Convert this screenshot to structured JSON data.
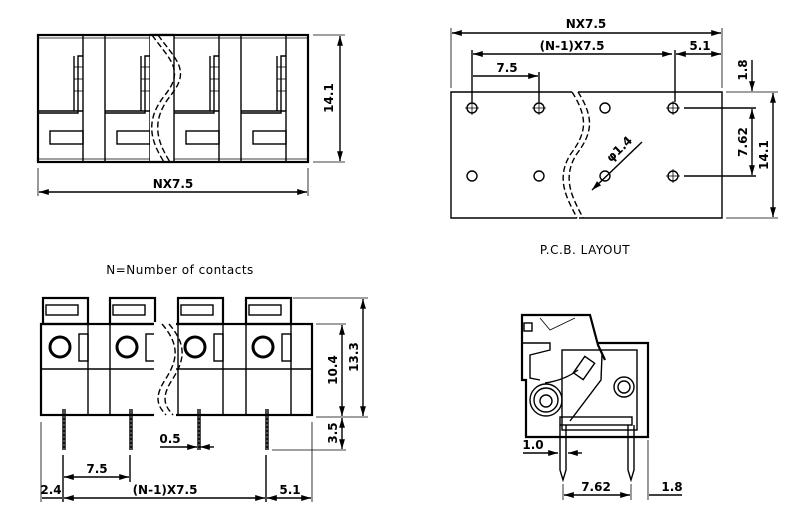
{
  "top_view": {
    "width_label": "NX7.5",
    "height_label": "14.1"
  },
  "pcb_layout": {
    "title": "P.C.B. LAYOUT",
    "total_label": "NX7.5",
    "pitch_span_label": "(N-1)X7.5",
    "edge_label": "5.1",
    "pitch_label": "7.5",
    "top_offset_label": "1.8",
    "row_spacing_label": "7.62",
    "height_label": "14.1",
    "hole_label": "φ1.4"
  },
  "front_view": {
    "note": "N=Number of contacts",
    "height_label": "13.3",
    "body_height_label": "10.4",
    "pin_length_label": "3.5",
    "pin_width_label": "0.5",
    "pitch_label": "7.5",
    "left_edge_label": "2.4",
    "pitch_span_label": "(N-1)X7.5",
    "right_edge_label": "5.1"
  },
  "side_view": {
    "pin_width_label": "1.0",
    "row_spacing_label": "7.62",
    "edge_label": "1.8"
  }
}
